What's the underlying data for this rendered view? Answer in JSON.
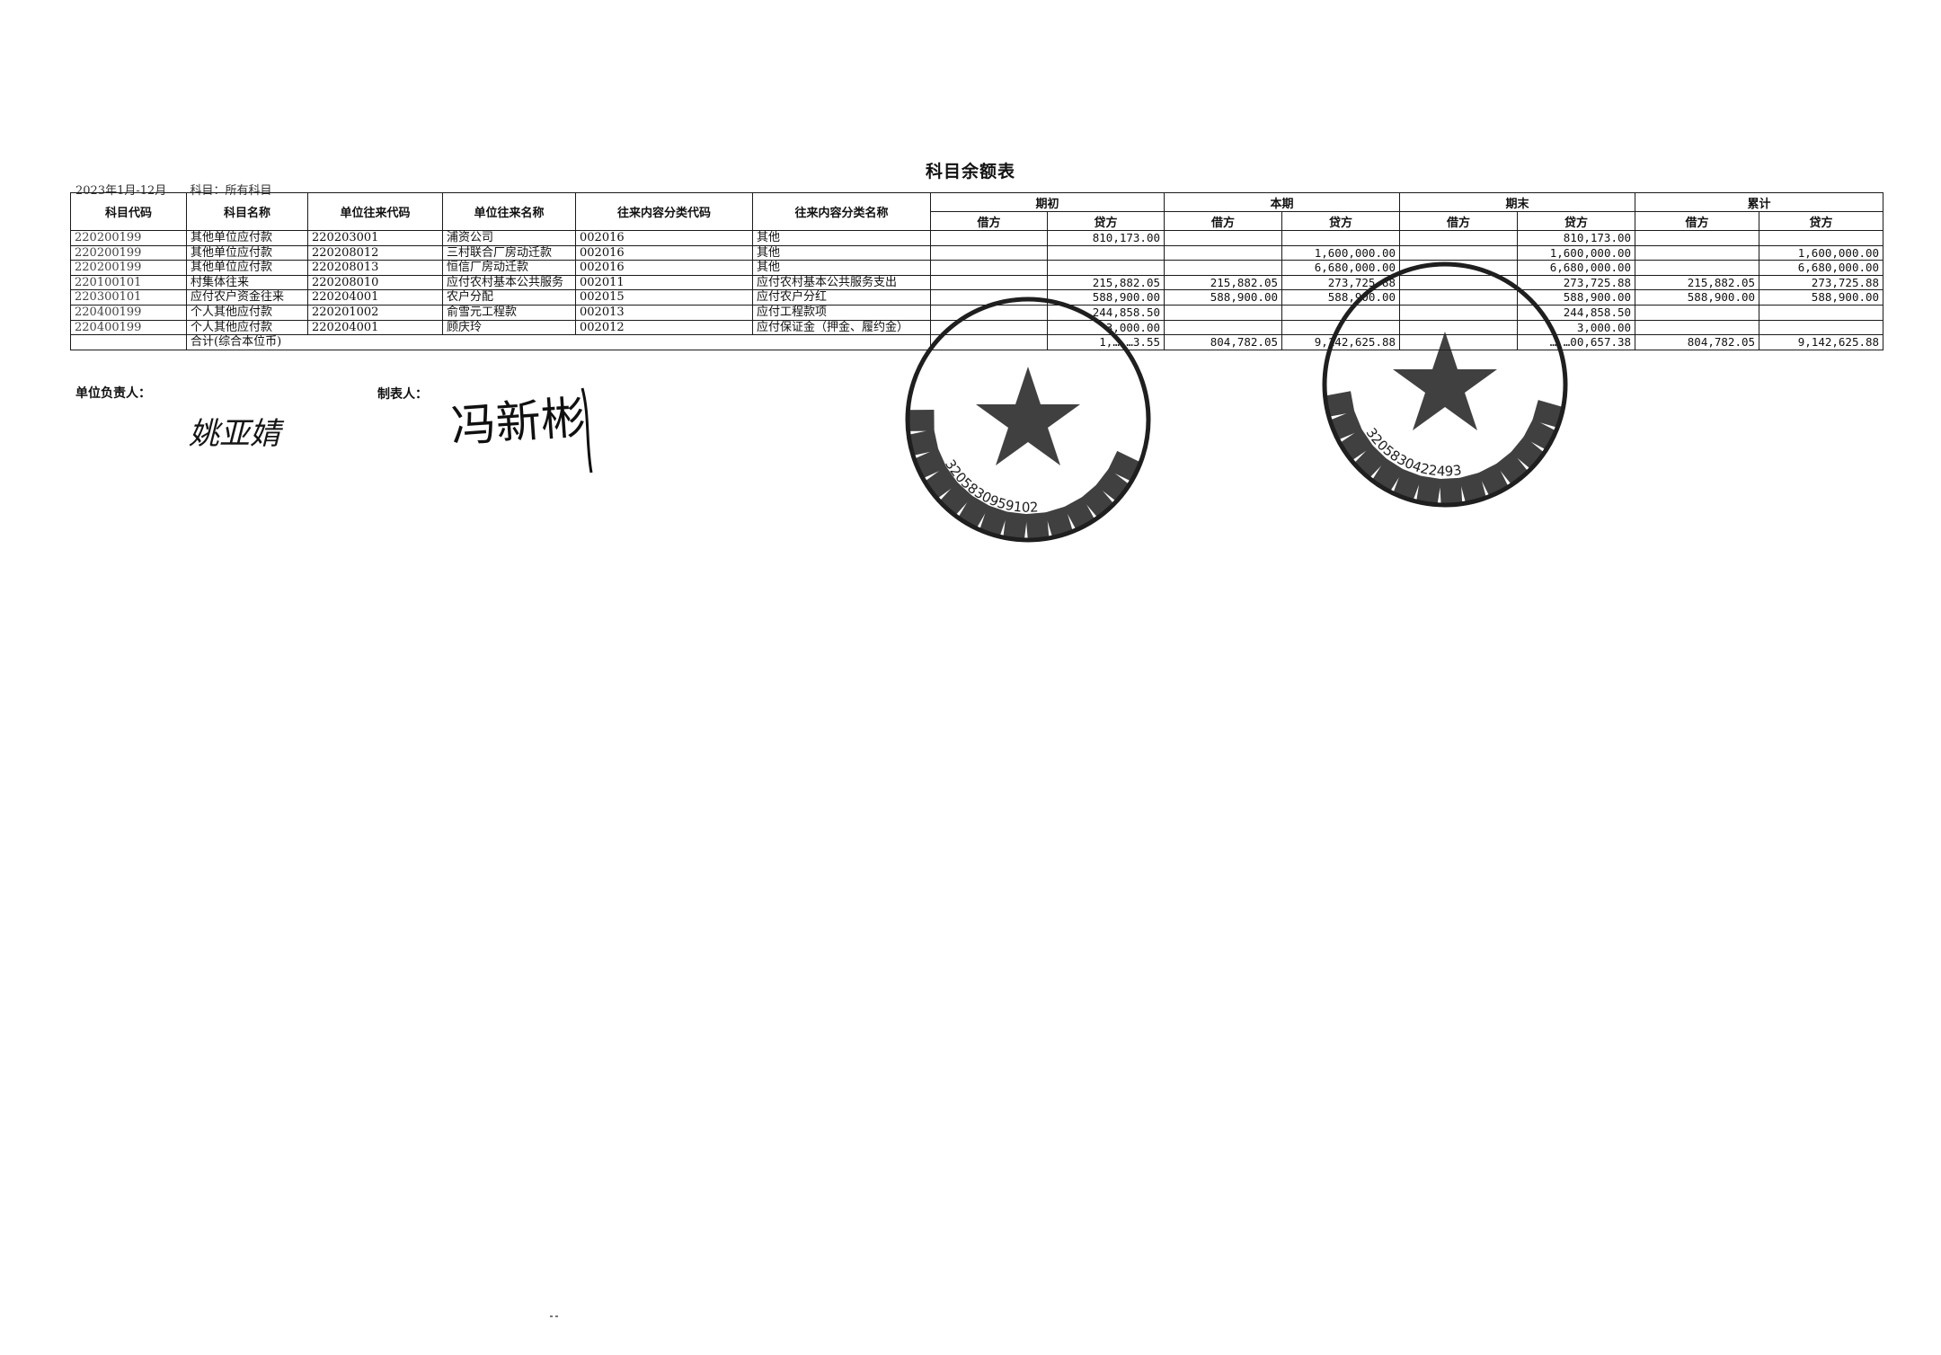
{
  "document": {
    "title": "科目余额表",
    "period": "2023年1月-12月",
    "subject_filter": "科目：所有科目"
  },
  "table": {
    "headers": {
      "subject_code": "科目代码",
      "subject_name": "科目名称",
      "unit_code": "单位往来代码",
      "unit_name": "单位往来名称",
      "content_code": "往来内容分类代码",
      "content_name": "往来内容分类名称",
      "groups": [
        "期初",
        "本期",
        "期末",
        "累计"
      ],
      "debit": "借方",
      "credit": "贷方"
    },
    "rows": [
      {
        "subject_code": "220200199",
        "subject_name": "其他单位应付款",
        "unit_code": "220203001",
        "unit_name": "浦资公司",
        "content_code": "002016",
        "content_name": "其他",
        "open_debit": "",
        "open_credit": "810,173.00",
        "cur_debit": "",
        "cur_credit": "",
        "end_debit": "",
        "end_credit": "810,173.00",
        "cum_debit": "",
        "cum_credit": ""
      },
      {
        "subject_code": "220200199",
        "subject_name": "其他单位应付款",
        "unit_code": "220208012",
        "unit_name": "三村联合厂房动迁款",
        "content_code": "002016",
        "content_name": "其他",
        "open_debit": "",
        "open_credit": "",
        "cur_debit": "",
        "cur_credit": "1,600,000.00",
        "end_debit": "",
        "end_credit": "1,600,000.00",
        "cum_debit": "",
        "cum_credit": "1,600,000.00"
      },
      {
        "subject_code": "220200199",
        "subject_name": "其他单位应付款",
        "unit_code": "220208013",
        "unit_name": "恒信厂房动迁款",
        "content_code": "002016",
        "content_name": "其他",
        "open_debit": "",
        "open_credit": "",
        "cur_debit": "",
        "cur_credit": "6,680,000.00",
        "end_debit": "",
        "end_credit": "6,680,000.00",
        "cum_debit": "",
        "cum_credit": "6,680,000.00"
      },
      {
        "subject_code": "220100101",
        "subject_name": "村集体往来",
        "unit_code": "220208010",
        "unit_name": "应付农村基本公共服务",
        "content_code": "002011",
        "content_name": "应付农村基本公共服务支出",
        "open_debit": "",
        "open_credit": "215,882.05",
        "cur_debit": "215,882.05",
        "cur_credit": "273,725.88",
        "end_debit": "",
        "end_credit": "273,725.88",
        "cum_debit": "215,882.05",
        "cum_credit": "273,725.88"
      },
      {
        "subject_code": "220300101",
        "subject_name": "应付农户资金往来",
        "unit_code": "220204001",
        "unit_name": "农户分配",
        "content_code": "002015",
        "content_name": "应付农户分红",
        "open_debit": "",
        "open_credit": "588,900.00",
        "cur_debit": "588,900.00",
        "cur_credit": "588,900.00",
        "end_debit": "",
        "end_credit": "588,900.00",
        "cum_debit": "588,900.00",
        "cum_credit": "588,900.00"
      },
      {
        "subject_code": "220400199",
        "subject_name": "个人其他应付款",
        "unit_code": "220201002",
        "unit_name": "俞雪元工程款",
        "content_code": "002013",
        "content_name": "应付工程款项",
        "open_debit": "",
        "open_credit": "244,858.50",
        "cur_debit": "",
        "cur_credit": "",
        "end_debit": "",
        "end_credit": "244,858.50",
        "cum_debit": "",
        "cum_credit": ""
      },
      {
        "subject_code": "220400199",
        "subject_name": "个人其他应付款",
        "unit_code": "220204001",
        "unit_name": "顾庆玲",
        "content_code": "002012",
        "content_name": "应付保证金（押金、履约金）",
        "open_debit": "",
        "open_credit": "3,000.00",
        "cur_debit": "",
        "cur_credit": "",
        "end_debit": "",
        "end_credit": "3,000.00",
        "cum_debit": "",
        "cum_credit": ""
      }
    ],
    "total": {
      "label": "合计(综合本位币)",
      "open_debit": "",
      "open_credit": "1,…,…3.55",
      "cur_debit": "804,782.05",
      "cur_credit": "9,142,625.88",
      "end_debit": "",
      "end_credit": "…,…00,657.38",
      "cum_debit": "804,782.05",
      "cum_credit": "9,142,625.88"
    }
  },
  "signatures": {
    "head_label": "单位负责人：",
    "head_name": "姚亚婧",
    "preparer_label": "制表人：",
    "preparer_name": "冯新彬"
  },
  "stamps": [
    {
      "id": "left",
      "number": "3205830959102",
      "color": "#1f1f1f"
    },
    {
      "id": "right",
      "number": "3205830422493",
      "color": "#1f1f1f"
    }
  ]
}
